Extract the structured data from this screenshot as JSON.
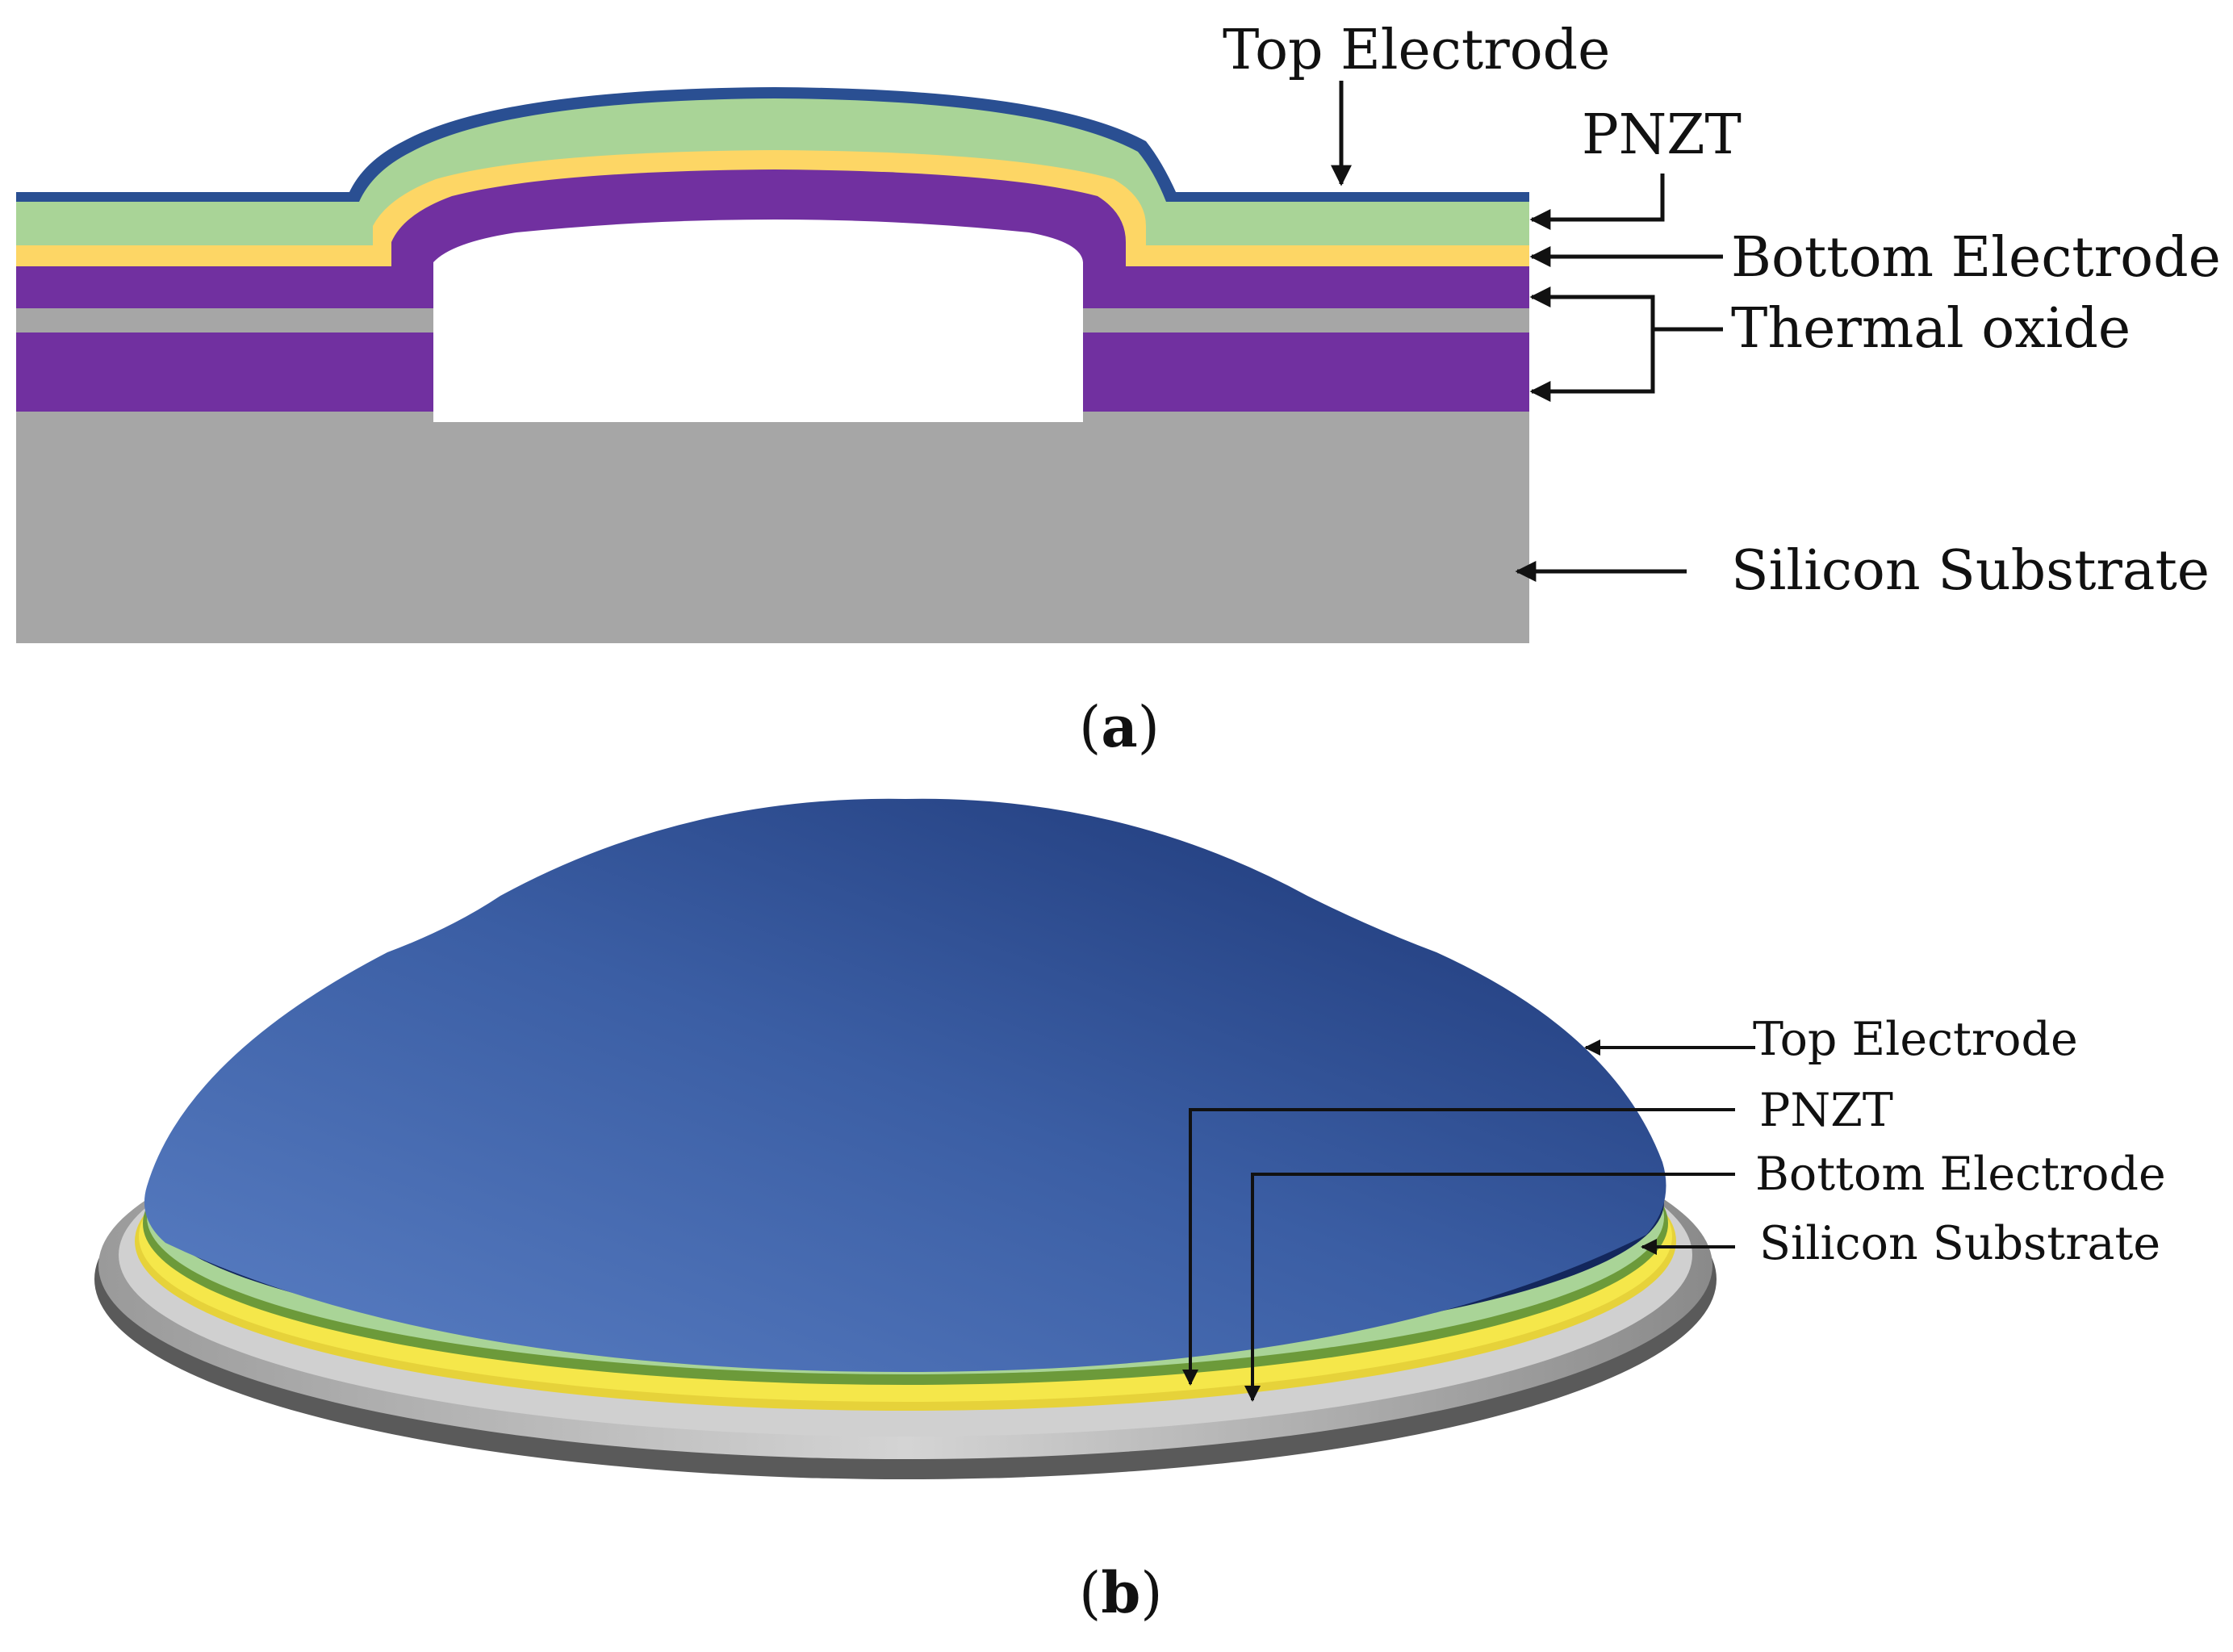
{
  "colors": {
    "top_electrode": "#2a4f92",
    "pnzt": "#a9d497",
    "bottom_electrode": "#fdd665",
    "thermal_oxide": "#7130a0",
    "silicon_substrate": "#a6a6a6"
  },
  "panel_a": {
    "labels": {
      "top_electrode": "Top Electrode",
      "pnzt": "PNZT",
      "bottom_electrode": "Bottom Electrode",
      "thermal_oxide": "Thermal oxide",
      "silicon_substrate": "Silicon Substrate"
    },
    "caption": {
      "open": "(",
      "letter": "a",
      "close": ")"
    }
  },
  "panel_b": {
    "labels": {
      "top_electrode": "Top Electrode",
      "pnzt": "PNZT",
      "bottom_electrode": "Bottom Electrode",
      "silicon_substrate": "Silicon Substrate"
    },
    "caption": {
      "open": "(",
      "letter": "b",
      "close": ")"
    }
  }
}
